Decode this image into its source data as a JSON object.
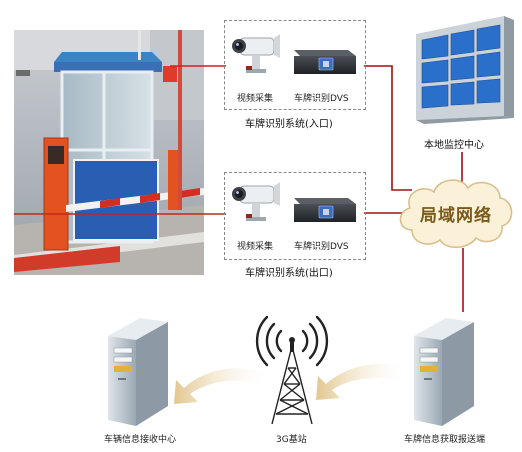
{
  "entry_group": {
    "camera_label": "视频采集",
    "dvs_label": "车牌识别DVS",
    "caption": "车牌识别系统(入口)"
  },
  "exit_group": {
    "camera_label": "视频采集",
    "dvs_label": "车牌识别DVS",
    "caption": "车牌识别系统(出口)"
  },
  "monitor_center": {
    "label": "本地监控中心"
  },
  "lan": {
    "label": "局域网络"
  },
  "receiver": {
    "label": "车辆信息接收中心"
  },
  "base_station": {
    "label": "3G基站"
  },
  "sender": {
    "label": "车牌信息获取报送端"
  },
  "colors": {
    "lan_line": "#a01010",
    "lan_cloud": "#fbf1d9",
    "lan_text": "#7a5a1a",
    "arrow": "#e6cf9c",
    "server": "#b9c4cc",
    "screen": "#2a6fc9"
  }
}
